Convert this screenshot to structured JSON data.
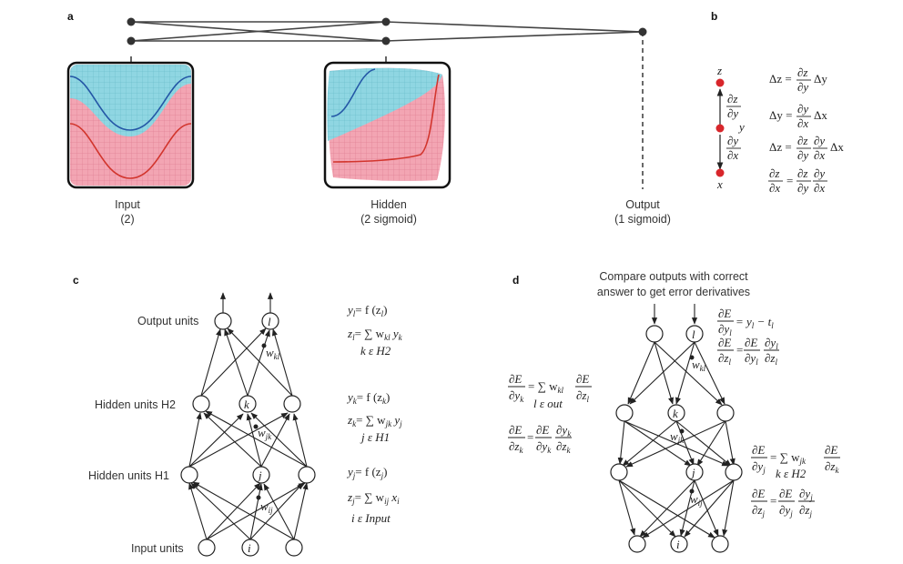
{
  "panel_labels": {
    "a": "a",
    "b": "b",
    "c": "c",
    "d": "d"
  },
  "panel_a": {
    "input_label": "Input",
    "input_sub": "(2)",
    "hidden_label": "Hidden",
    "hidden_sub": "(2 sigmoid)",
    "output_label": "Output",
    "output_sub": "(1 sigmoid)"
  },
  "panel_b": {
    "z": "z",
    "y": "y",
    "x": "x",
    "dz": "∂z",
    "dy": "∂y",
    "dx": "∂x",
    "delta_z": "Δz =",
    "delta_y": "Δy =",
    "delta_y_var": "Δy",
    "delta_x_var": "Δx",
    "eq_equals": "="
  },
  "panel_c": {
    "output_units": "Output units",
    "hidden_h2": "Hidden units H2",
    "hidden_h1": "Hidden units H1",
    "input_units": "Input units",
    "node_l": "l",
    "node_k": "k",
    "node_j": "j",
    "node_i": "i",
    "w_kl": "w",
    "w_kl_sub": "kl",
    "w_jk": "w",
    "w_jk_sub": "jk",
    "w_ij": "w",
    "w_ij_sub": "ij",
    "eq_yl": "y",
    "eq_yl_sub": "l",
    "eq_yl_rhs": "= f (z",
    "eq_yl_rhs_sub": "l",
    "eq_close": ")",
    "eq_zl": "z",
    "eq_zl_sub": "l",
    "eq_zl_rhs": "= ∑  w",
    "eq_zl_rhs_sub": "kl",
    "eq_zl_rhs2": " y",
    "eq_zl_rhs2_sub": "k",
    "eq_zl_range": "k ε H2",
    "eq_yk": "y",
    "eq_yk_sub": "k",
    "eq_yk_rhs": "= f (z",
    "eq_yk_rhs_sub": "k",
    "eq_zk": "z",
    "eq_zk_sub": "k",
    "eq_zk_rhs": "= ∑  w",
    "eq_zk_rhs_sub": "jk",
    "eq_zk_rhs2": " y",
    "eq_zk_rhs2_sub": "j",
    "eq_zk_range": "j ε H1",
    "eq_yj": "y",
    "eq_yj_sub": "j",
    "eq_yj_rhs": "= f (z",
    "eq_yj_rhs_sub": "j",
    "eq_zj": "z",
    "eq_zj_sub": "j",
    "eq_zj_rhs": "= ∑  w",
    "eq_zj_rhs_sub": "ij",
    "eq_zj_rhs2": " x",
    "eq_zj_rhs2_sub": "i",
    "eq_zj_range": "i ε Input"
  },
  "panel_d": {
    "caption_line1": "Compare outputs with correct",
    "caption_line2": "answer to get error derivatives",
    "node_l": "l",
    "node_k": "k",
    "node_j": "j",
    "node_i": "i",
    "dE": "∂E",
    "dyl": "∂y",
    "dyl_sub": "l",
    "yl_minus_tl": "= y",
    "yl_minus_tl_sub": "l",
    "minus_t": " − t",
    "minus_t_sub": "l",
    "dzl": "∂z",
    "dzl_sub": "l",
    "dyk": "∂y",
    "dyk_sub": "k",
    "dzk": "∂z",
    "dzk_sub": "k",
    "dyj": "∂y",
    "dyj_sub": "j",
    "dzj": "∂z",
    "dzj_sub": "j",
    "sum_out": "l ε out",
    "sum_h2": "k ε H2",
    "eq_sum": "= ∑  w",
    "w_kl_sub": "kl",
    "w_jk_sub": "jk",
    "w_ij_sub": "ij",
    "eq": "="
  }
}
